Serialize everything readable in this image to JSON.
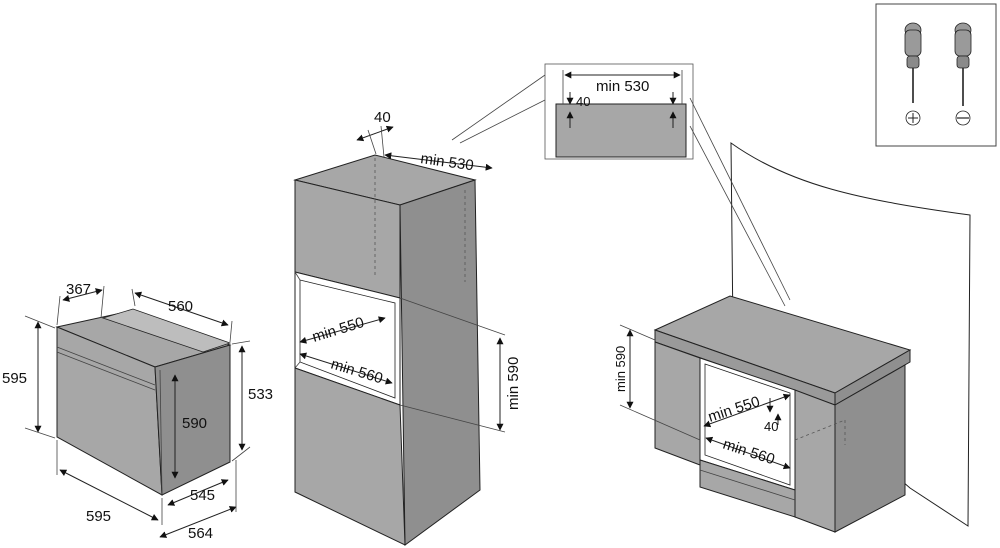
{
  "oven": {
    "depth_top": "367",
    "width_top": "560",
    "height_left": "595",
    "front_height": "590",
    "side_height": "533",
    "width_bottom": "595",
    "depth_545": "545",
    "depth_564": "564"
  },
  "column": {
    "clearance": "40",
    "top_depth": "min 530",
    "niche_depth": "min 550",
    "niche_width": "min 560",
    "niche_height": "min 590"
  },
  "detail": {
    "width": "min 530",
    "gap": "40"
  },
  "counter": {
    "niche_height": "min 590",
    "niche_depth": "min 550",
    "gap": "40",
    "niche_width": "min 560"
  },
  "colors": {
    "panel": "#a7a7a7",
    "panel_dark": "#8f8f8f",
    "line": "#222222"
  }
}
